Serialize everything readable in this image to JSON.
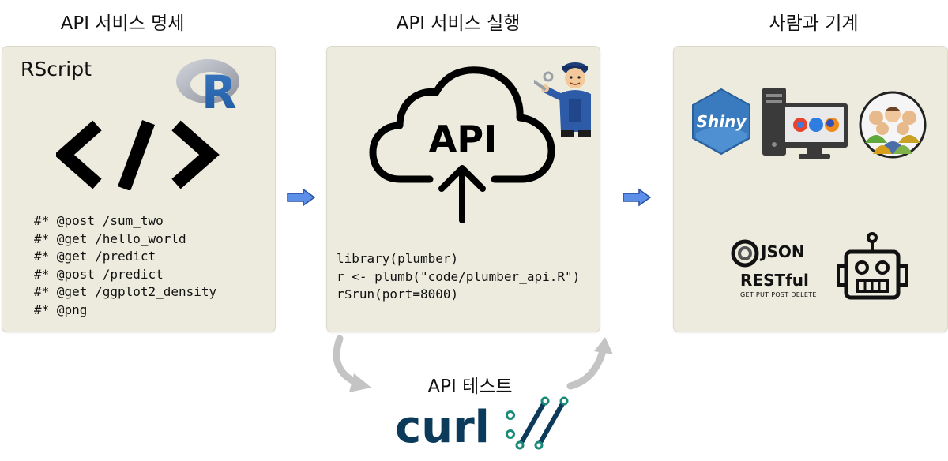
{
  "headings": {
    "spec": "API 서비스 명세",
    "run": "API 서비스 실행",
    "human_machine": "사람과 기계",
    "test": "API 테스트"
  },
  "spec_panel": {
    "rscript_label": "RScript",
    "r_logo_letter": "R",
    "code_symbol": "</>",
    "annotations": [
      "#* @post /sum_two",
      "#* @get /hello_world",
      "#* @get /predict",
      "#* @post /predict",
      "#* @get /ggplot2_density",
      "#* @png"
    ]
  },
  "run_panel": {
    "cloud_label": "API",
    "code_lines": [
      "library(plumber)",
      "r <- plumb(\"code/plumber_api.R\")",
      "r$run(port=8000)"
    ]
  },
  "consumer_panel": {
    "shiny_label": "Shiny",
    "json_label": "JSON",
    "restful_label": "RESTful",
    "restful_methods": "GET PUT POST DELETE"
  },
  "curl_logo": {
    "text": "curl",
    "suffix": "://"
  },
  "icons": [
    "r-logo-icon",
    "code-brackets-icon",
    "cloud-upload-icon",
    "mechanic-icon",
    "shiny-icon",
    "computer-browsers-icon",
    "people-group-icon",
    "json-logo-icon",
    "robot-icon",
    "arrow-right-icon",
    "curved-arrow-icon",
    "curl-logo-icon"
  ],
  "colors": {
    "panel_bg": "#ecebde",
    "arrow_blue": "#5b8fe8",
    "shiny_blue": "#3a7bbf",
    "curl_navy": "#0b3a5a",
    "curl_green": "#1a8a78"
  }
}
